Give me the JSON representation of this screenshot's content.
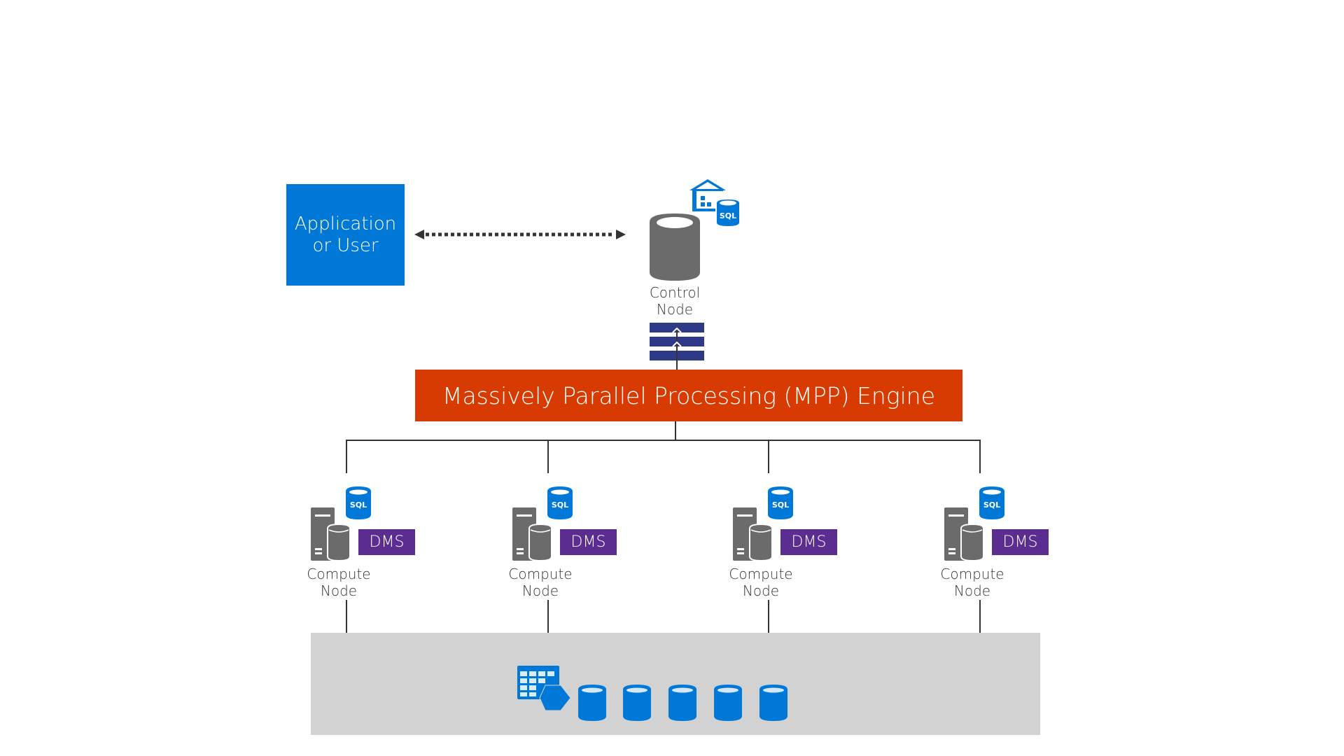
{
  "diagram": {
    "app_box": {
      "line1": "Application",
      "line2": "or User"
    },
    "control_node": {
      "line1": "Control",
      "line2": "Node",
      "icon": "database-cylinder-icon",
      "badge_icon": "data-warehouse-sql-icon",
      "badge_text": "SQL"
    },
    "stack_icon": "message-queue-stack-icon",
    "engine": {
      "label": "Massively Parallel Processing (MPP) Engine"
    },
    "compute_nodes": [
      {
        "line1": "Compute",
        "line2": "Node",
        "sql_text": "SQL",
        "dms_label": "DMS"
      },
      {
        "line1": "Compute",
        "line2": "Node",
        "sql_text": "SQL",
        "dms_label": "DMS"
      },
      {
        "line1": "Compute",
        "line2": "Node",
        "sql_text": "SQL",
        "dms_label": "DMS"
      },
      {
        "line1": "Compute",
        "line2": "Node",
        "sql_text": "SQL",
        "dms_label": "DMS"
      }
    ],
    "storage": {
      "icons": [
        "distributed-table-icon",
        "database-icon",
        "database-icon",
        "database-icon",
        "database-icon",
        "database-icon"
      ],
      "database_count": 5
    },
    "colors": {
      "app_blue": "#0078d7",
      "engine_red": "#d83b01",
      "dms_purple": "#5c2d91",
      "node_gray": "#6b6b6b",
      "stack_navy": "#2e3a87",
      "storage_gray": "#d2d2d2"
    }
  }
}
